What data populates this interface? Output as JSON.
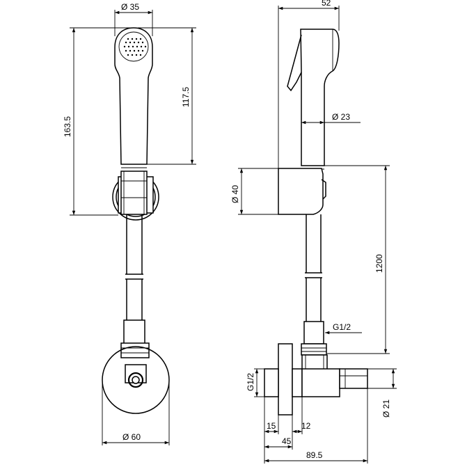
{
  "dimensions": {
    "front_head_diameter": "Ø 35",
    "front_total_height": "163.5",
    "front_handle_height": "117.5",
    "front_plate_diameter": "Ø 60",
    "side_total_width": "52",
    "side_handle_diameter": "Ø 23",
    "side_holder_diameter": "Ø 40",
    "side_hose_length": "1200",
    "side_thread_top": "G1/2",
    "side_thread_left": "G1/2",
    "side_pipe_diameter": "Ø 21",
    "side_depth_15": "15",
    "side_depth_12": "12",
    "side_depth_45": "45",
    "side_depth_total": "89.5"
  }
}
